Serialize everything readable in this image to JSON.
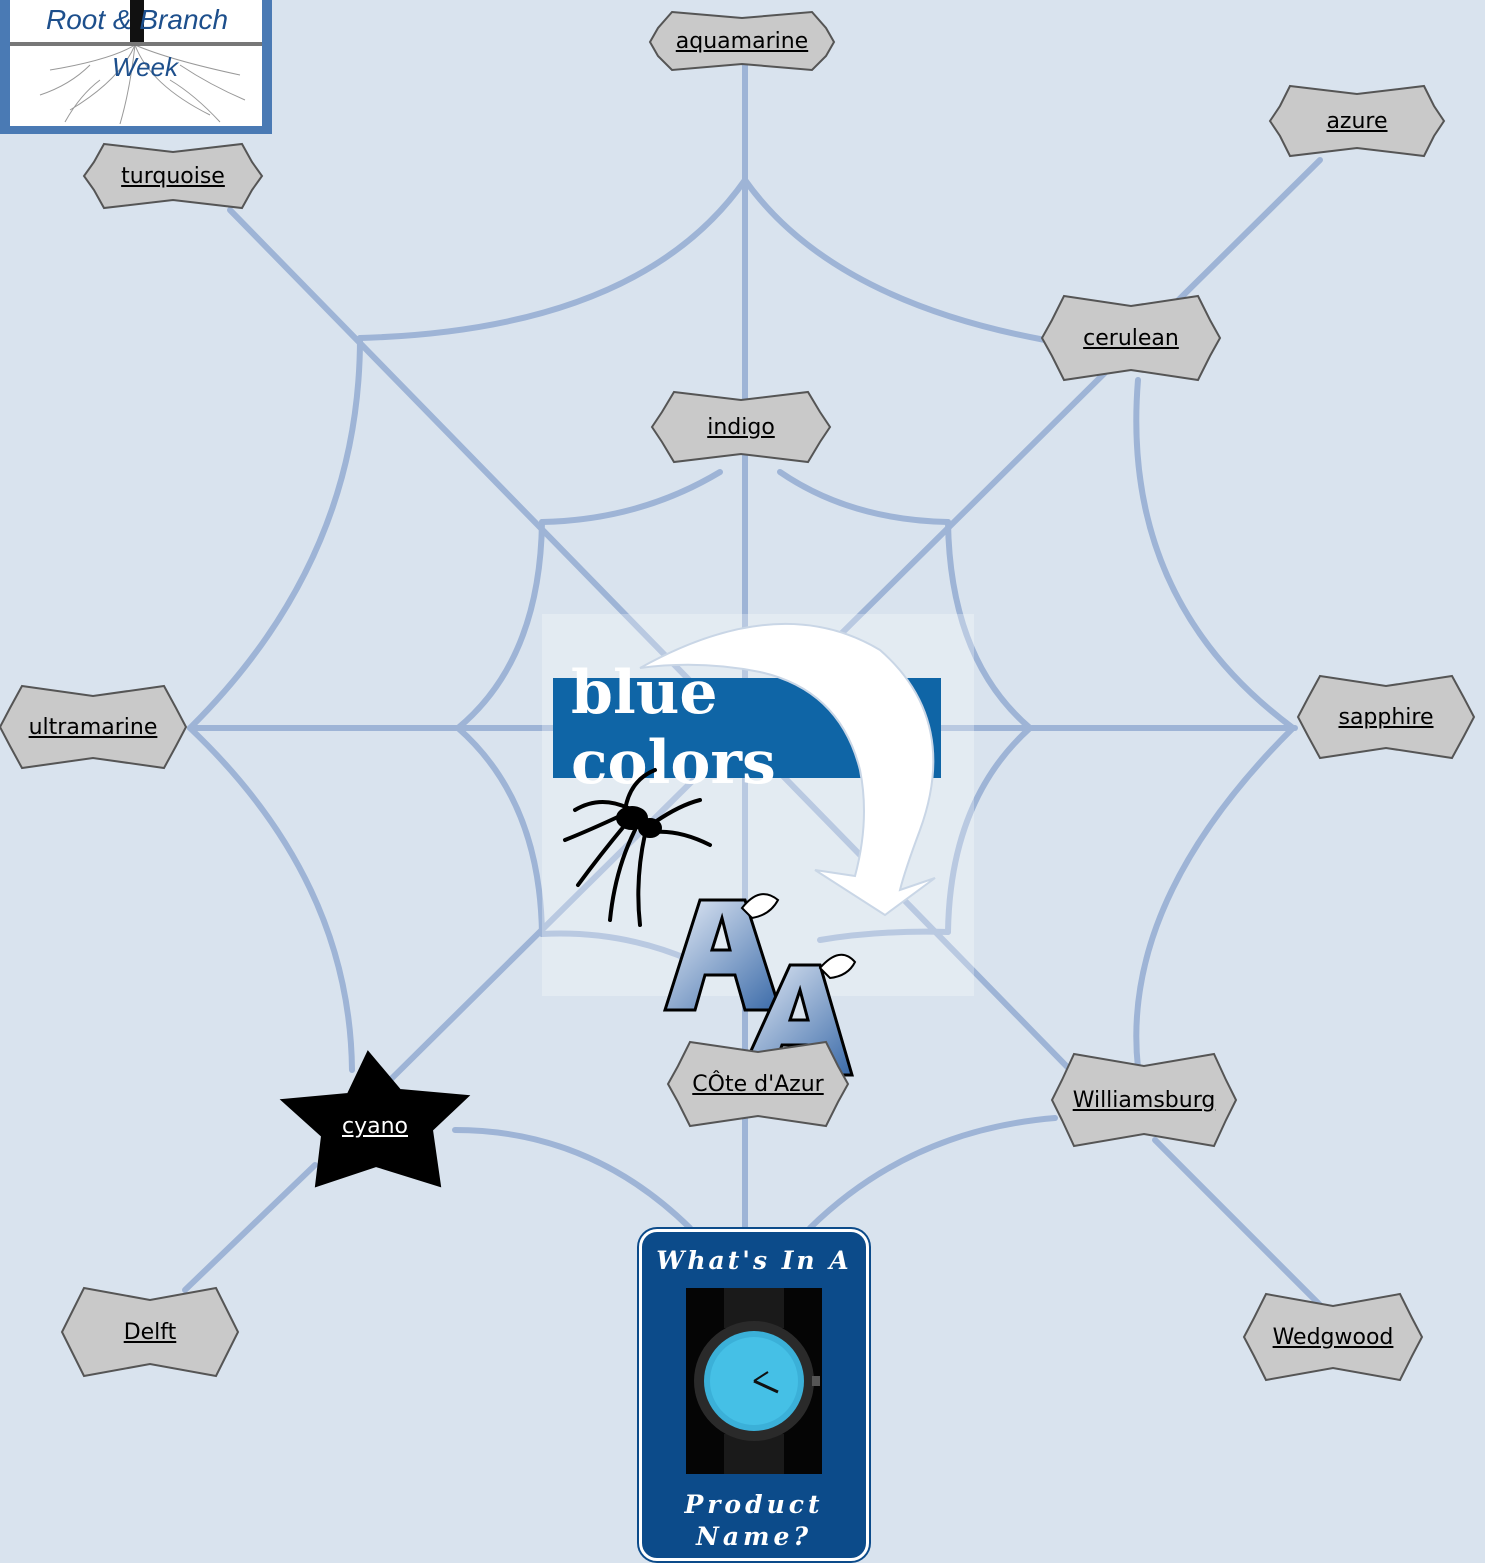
{
  "title": "blue colors",
  "logo": {
    "line1": "Root & Branch",
    "line2": "Week"
  },
  "nodes": [
    {
      "id": "aquamarine",
      "label": "aquamarine"
    },
    {
      "id": "azure",
      "label": "azure"
    },
    {
      "id": "turquoise",
      "label": "turquoise"
    },
    {
      "id": "cerulean",
      "label": "cerulean"
    },
    {
      "id": "indigo",
      "label": "indigo"
    },
    {
      "id": "ultramarine",
      "label": "ultramarine"
    },
    {
      "id": "sapphire",
      "label": "sapphire"
    },
    {
      "id": "cote",
      "label": "CÔte d'Azur"
    },
    {
      "id": "williamsburg",
      "label": "Williamsburg"
    },
    {
      "id": "cyano",
      "label": "cyano"
    },
    {
      "id": "delft",
      "label": "Delft"
    },
    {
      "id": "wedgwood",
      "label": "Wedgwood"
    }
  ],
  "card": {
    "top": "What's In A",
    "bottom1": "Product",
    "bottom2": "Name?"
  },
  "icons": [
    "spider-icon",
    "arrow-icon",
    "strong-letters-icon",
    "watch-icon",
    "roots-icon"
  ],
  "colors": {
    "background": "#d9e3ee",
    "web_strand": "#9eb4d6",
    "title_bg": "#0f65a6",
    "node_fill": "#c9c9c9",
    "highlight_node": "#000000",
    "card_bg": "#0c4b8a"
  }
}
